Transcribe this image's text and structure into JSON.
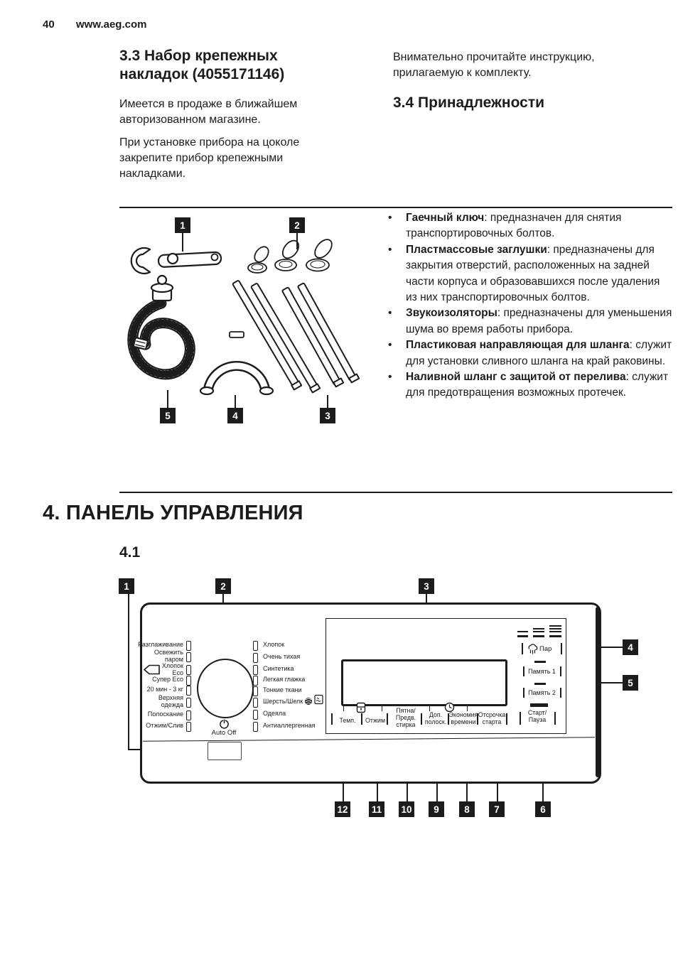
{
  "header": {
    "page_number": "40",
    "site": "www.aeg.com"
  },
  "section_3_3": {
    "title": "3.3 Набор крепежных\nнакладок (4055171146)",
    "para1": "Имеется в продаже в ближайшем\nавторизованном магазине.",
    "para2": "При установке прибора на цоколе\nзакрепите прибор крепежными\nнакладками."
  },
  "section_3_4": {
    "note": "Внимательно прочитайте инструкцию,\nприлагаемую к комплекту.",
    "title": "3.4 Принадлежности"
  },
  "accessories": [
    {
      "name": "Гаечный ключ",
      "desc": ": предназначен для снятия транспортировочных болтов."
    },
    {
      "name": "Пластмассовые заглушки",
      "desc": ": предназначены для закрытия отверстий, расположенных на задней части корпуса и образовавшихся после удаления из них транспортировочных болтов."
    },
    {
      "name": "Звукоизоляторы",
      "desc": ": предназначены для уменьшения шума во время работы прибора."
    },
    {
      "name": "Пластиковая направляющая для шланга",
      "desc": ": служит для установки сливного шланга на край раковины."
    },
    {
      "name": "Наливной шланг с защитой от перелива",
      "desc": ": служит для предотвращения возможных протечек."
    }
  ],
  "figure": {
    "callouts": [
      "1",
      "2",
      "3",
      "4",
      "5"
    ]
  },
  "section_4": {
    "title": "4. ПАНЕЛЬ УПРАВЛЕНИЯ",
    "subsection": "4.1"
  },
  "panel": {
    "callouts_top": [
      "1",
      "2",
      "3"
    ],
    "callouts_right": [
      "4",
      "5"
    ],
    "callouts_bottom": [
      "12",
      "11",
      "10",
      "9",
      "8",
      "7",
      "6"
    ],
    "programs_left": [
      "Разглаживание",
      "Освежить\nпаром",
      "Хлопок\nEco",
      "Супер Eco",
      "20 мин - 3 кг",
      "Верхняя\nодежда",
      "Полоскание",
      "Отжим/Слив"
    ],
    "programs_right": [
      "Хлопок",
      "Очень тихая",
      "Синтетика",
      "Легкая глажка",
      "Тонкие ткани",
      "Шерсть/Шелк",
      "Одеяла",
      "Антиаллергенная"
    ],
    "dial": {
      "auto_off": "Auto Off"
    },
    "buttons": {
      "steam": "Пар",
      "memory1": "Память 1",
      "memory2": "Память 2",
      "start": "Старт/\nПауза",
      "temp": "Темп.",
      "spin": "Отжим",
      "stain": "Пятна/\nПредв.\nстирка",
      "extra_rinse": "Доп.\nполоск.",
      "time_save": "Экономия\nвремени",
      "delay": "Отсрочка\nстарта"
    }
  }
}
